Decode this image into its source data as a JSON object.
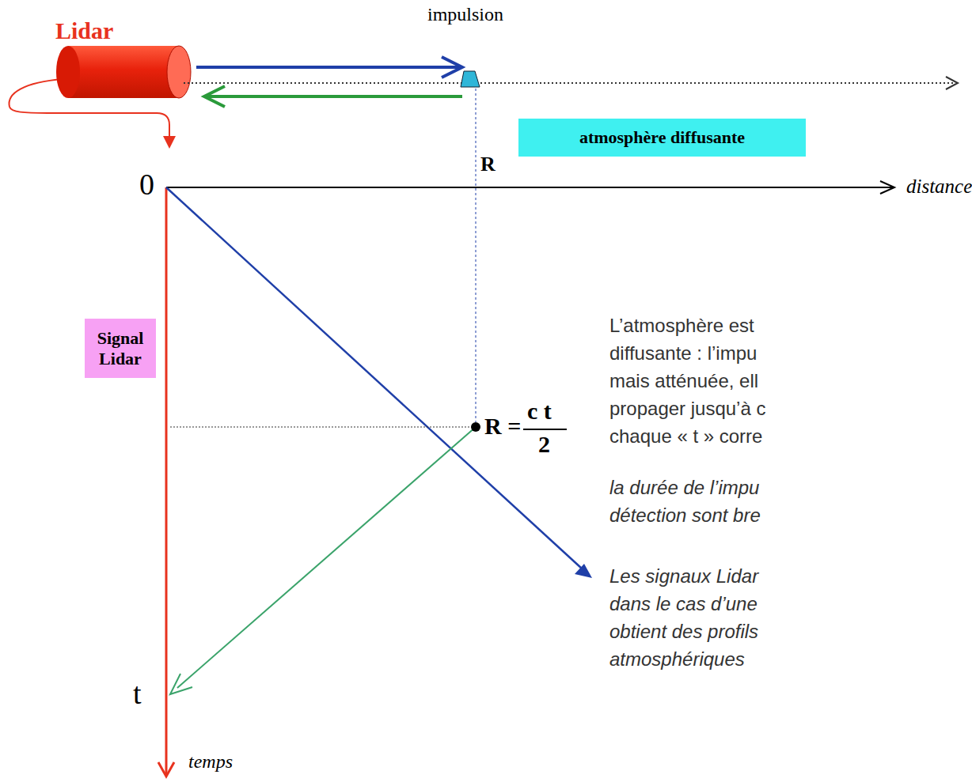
{
  "diagram": {
    "nodes": [
      {
        "text": [
          "atmosphère diffusante"
        ]
      },
      {
        "text": [
          "Signal Lidar"
        ]
      }
    ],
    "labels": [
      "Lidar",
      "impulsion",
      "R",
      "0",
      "distance",
      "R =",
      "c t",
      "2",
      "t",
      "temps",
      "L’atmosphère est",
      "diffusante : l’impu",
      "mais atténuée, ell",
      "propager jusqu’à c",
      "chaque « t » corre",
      "la durée de l’impu",
      "détection sont bre",
      "Les signaux Lidar",
      "dans le cas d’une",
      "obtient des profils",
      "atmosphériques"
    ]
  }
}
